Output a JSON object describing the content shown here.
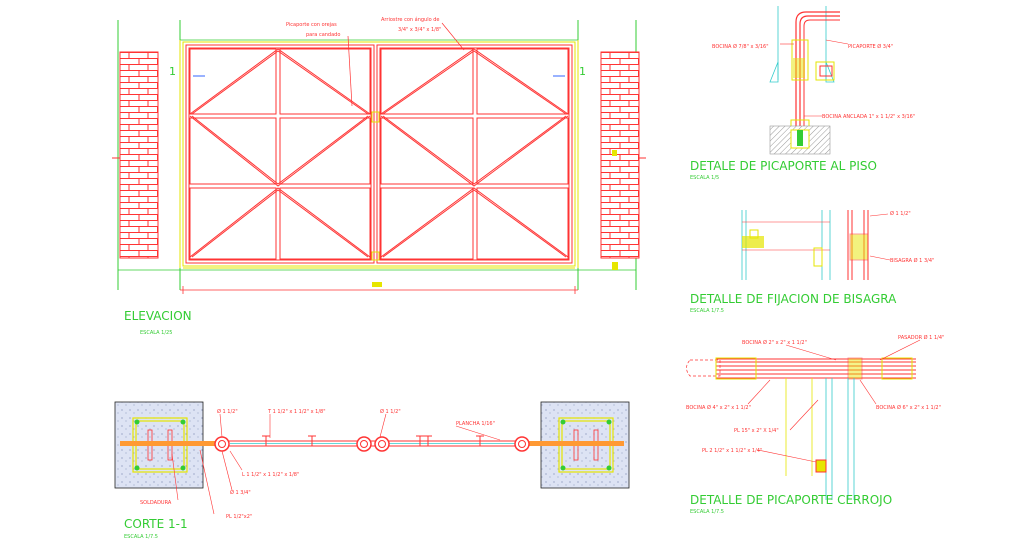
{
  "views": {
    "elevation": {
      "title": "ELEVACION",
      "scale": "ESCALA 1/25",
      "section_mark": "1"
    },
    "section": {
      "title": "CORTE 1-1",
      "scale": "ESCALA 1/7.5"
    },
    "latch_floor": {
      "title": "DETALE DE PICAPORTE AL PISO",
      "scale": "ESCALA 1/5"
    },
    "hinge": {
      "title": "DETALLE DE FIJACION DE BISAGRA",
      "scale": "ESCALA 1/7.5"
    },
    "bolt": {
      "title": "DETALLE DE PICAPORTE CERROJO",
      "scale": "ESCALA 1/7.5"
    }
  },
  "annotations": {
    "picaporte_1": "Picaporte con orejas",
    "picaporte_2": "para candado",
    "angulo_1": "Arriostre con ángulo de",
    "angulo_2": "3/4\" x 3/4\" x 1/8\"",
    "bocina_top": "BOCINA Ø 7/8\" x 3/16\"",
    "picaporte_34": "PICAPORTE Ø 3/4\"",
    "bocina_anclada": "BOCINA ANCLADA 1\" x 1 1/2\" x 3/16\"",
    "phi_112": "Ø 1 1/2\"",
    "bisagra": "BISAGRA Ø 1 3/4\"",
    "pasador": "PASADOR Ø 1 1/4\"",
    "bocina_2": "BOCINA Ø 2\" x 2\" x 1 1/2\"",
    "bocina_4": "BOCINA Ø 4\" x 2\" x 1 1/2\"",
    "bocina_6": "BOCINA Ø 6\" x 2\" x 1 1/2\"",
    "pl_15": "PL 15\" x 2\" X 1/4\"",
    "pl_212": "PL 2 1/2\" x 1 1/2\" x 1/4\"",
    "sec_phi_a": "Ø 1 1/2\"",
    "sec_t": "T 1 1/2\" x 1 1/2\" x 1/8\"",
    "sec_phi_b": "Ø 1 1/2\"",
    "sec_plancha": "PLANCHA 1/16\"",
    "sec_l": "L 1 1/2\" x 1 1/2\" x 1/8\"",
    "sec_phi_134": "Ø 1 3/4\"",
    "sec_soldadura": "SOLDADURA",
    "sec_pl": "PL 1/2\"x2\""
  },
  "colors": {
    "green": "#33cc33",
    "red": "#ff3333",
    "yellow": "#e6e600",
    "cyan": "#33cccc",
    "concrete": "#dde3f4"
  }
}
